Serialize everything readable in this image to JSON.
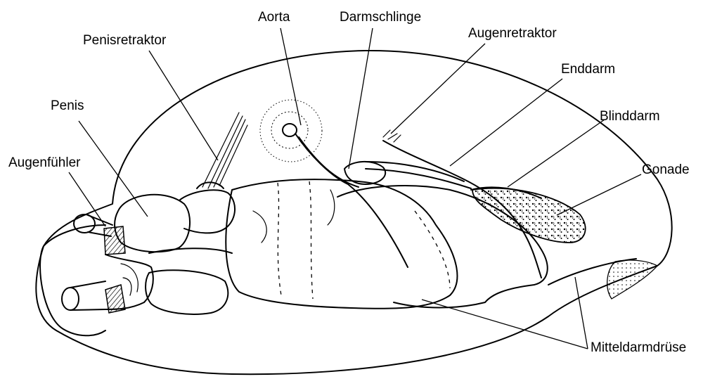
{
  "diagram": {
    "labels": {
      "penisretraktor": "Penisretraktor",
      "aorta": "Aorta",
      "darmschlinge": "Darmschlinge",
      "augenretraktor": "Augenretraktor",
      "enddarm": "Enddarm",
      "penis": "Penis",
      "blinddarm": "Blinddarm",
      "gonade": "Gonade",
      "augenfuehler": "Augenfühler",
      "mitteldarmdruese": "Mitteldarmdrüse"
    }
  }
}
